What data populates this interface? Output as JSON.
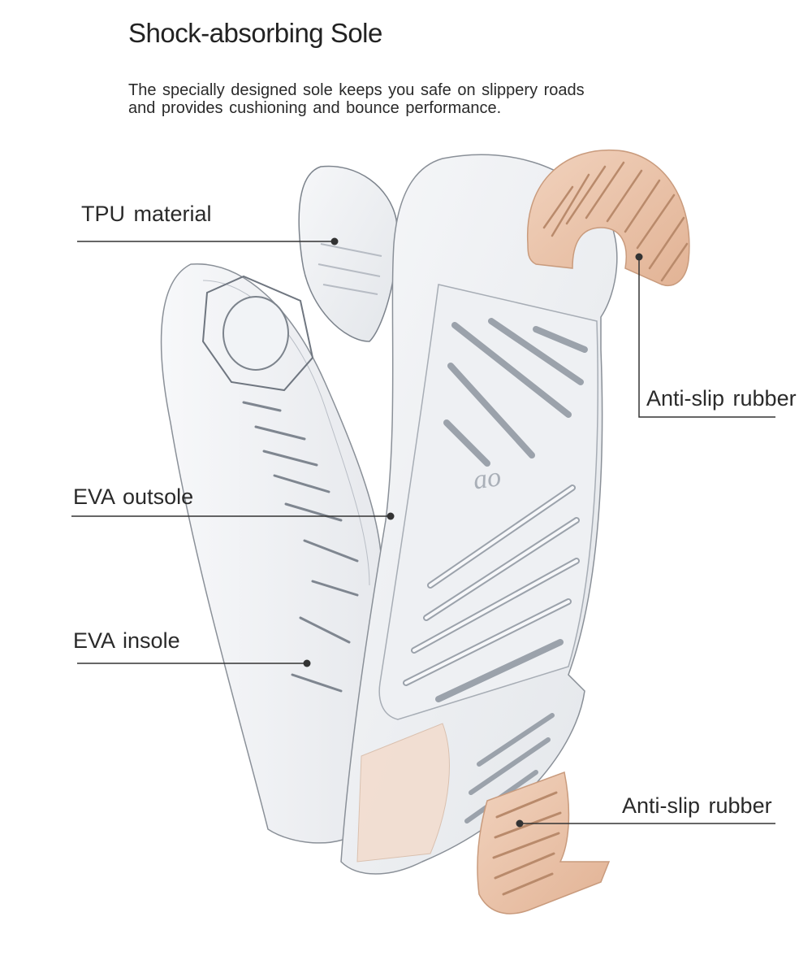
{
  "header": {
    "title": "Shock-absorbing Sole",
    "description_lines": [
      "The specially designed sole keeps you safe on slippery roads",
      "and provides cushioning and bounce performance."
    ]
  },
  "callouts": {
    "tpu": "TPU material",
    "anti_slip_top": "Anti-slip rubber",
    "eva_outsole": "EVA outsole",
    "eva_insole": "EVA insole",
    "anti_slip_bottom": "Anti-slip rubber"
  },
  "brand_mark": "ao",
  "colors": {
    "rubber": "#E9C3A8",
    "rubber_stroke": "#c99b7d",
    "sole": "#EEF0F3",
    "sole_stroke": "#9aa0a8",
    "leader": "#333333"
  }
}
